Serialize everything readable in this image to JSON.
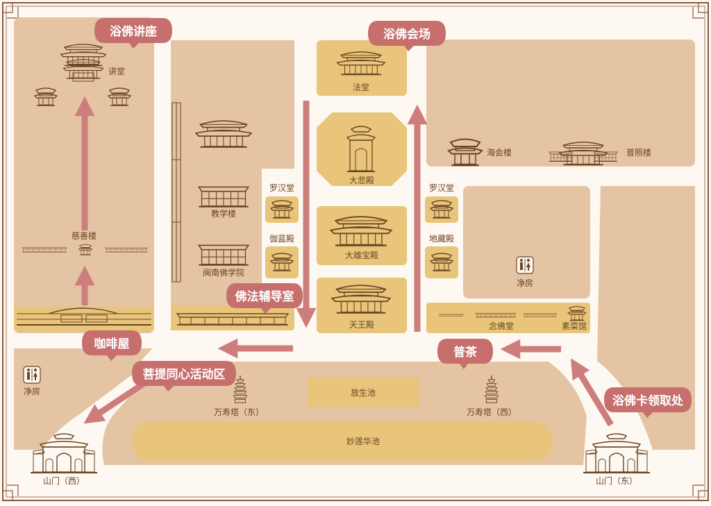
{
  "colors": {
    "background": "#fdf8f1",
    "block": "#e4c4a3",
    "highlight": "#e8c57a",
    "ink": "#6b4423",
    "arrow": "#cd7e7c",
    "bubble": "#c66f6d",
    "bubble_text": "#ffffff",
    "frame": "#8b5a3c"
  },
  "callouts": {
    "lecture": "浴佛讲座",
    "assembly": "浴佛会场",
    "dharma_guide": "佛法辅导室",
    "cafe": "咖啡屋",
    "tea": "普茶",
    "activity": "菩提同心活动区",
    "card": "浴佛卡领取处"
  },
  "labels": {
    "lecture_hall": "讲堂",
    "cishan": "慈善楼",
    "teaching": "教学楼",
    "minnan": "闽南佛学院",
    "dharma_hall": "法堂",
    "dabei": "大悲殿",
    "daxiong": "大雄宝殿",
    "tianwang": "天王殿",
    "arhat_w": "罗汉堂",
    "qielan": "伽蓝殿",
    "arhat_e": "罗汉堂",
    "dizang": "地藏殿",
    "haihui": "海会楼",
    "puzhao": "普照楼",
    "toilet_e": "净房",
    "nianfo": "念佛堂",
    "sucai": "素菜馆",
    "toilet_w": "净房",
    "fangsheng": "放生池",
    "pagoda_e": "万寿塔（东）",
    "pagoda_w": "万寿塔（西）",
    "lotus": "妙莲华池",
    "gate_w": "山门（西）",
    "gate_e": "山门（东）"
  }
}
